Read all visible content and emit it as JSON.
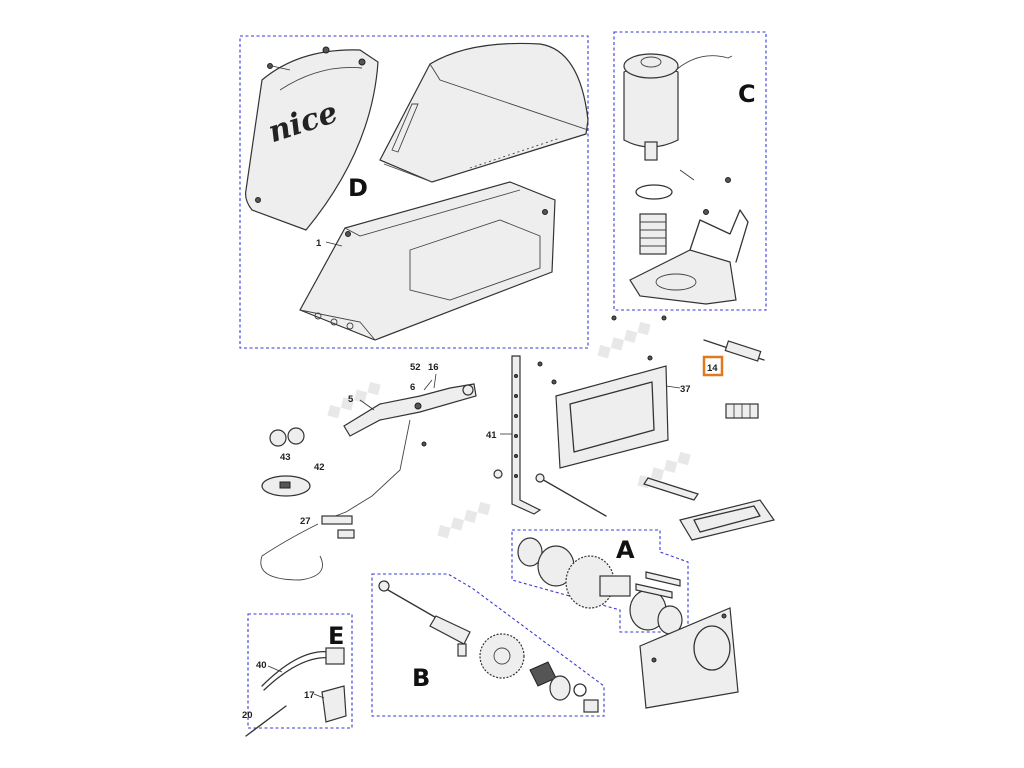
{
  "brand_logo": "nice",
  "groups": [
    {
      "id": "A",
      "label": "A"
    },
    {
      "id": "B",
      "label": "B"
    },
    {
      "id": "C",
      "label": "C"
    },
    {
      "id": "D",
      "label": "D"
    },
    {
      "id": "E",
      "label": "E"
    }
  ],
  "callouts": [
    "1",
    "52",
    "16",
    "6",
    "5",
    "43",
    "42",
    "27",
    "41",
    "37",
    "14",
    "40",
    "17",
    "20"
  ],
  "highlighted_callout": "14",
  "colors": {
    "group_border": "#3a3ad8",
    "highlight_border": "#e07a1c",
    "line_art": "#333333"
  }
}
